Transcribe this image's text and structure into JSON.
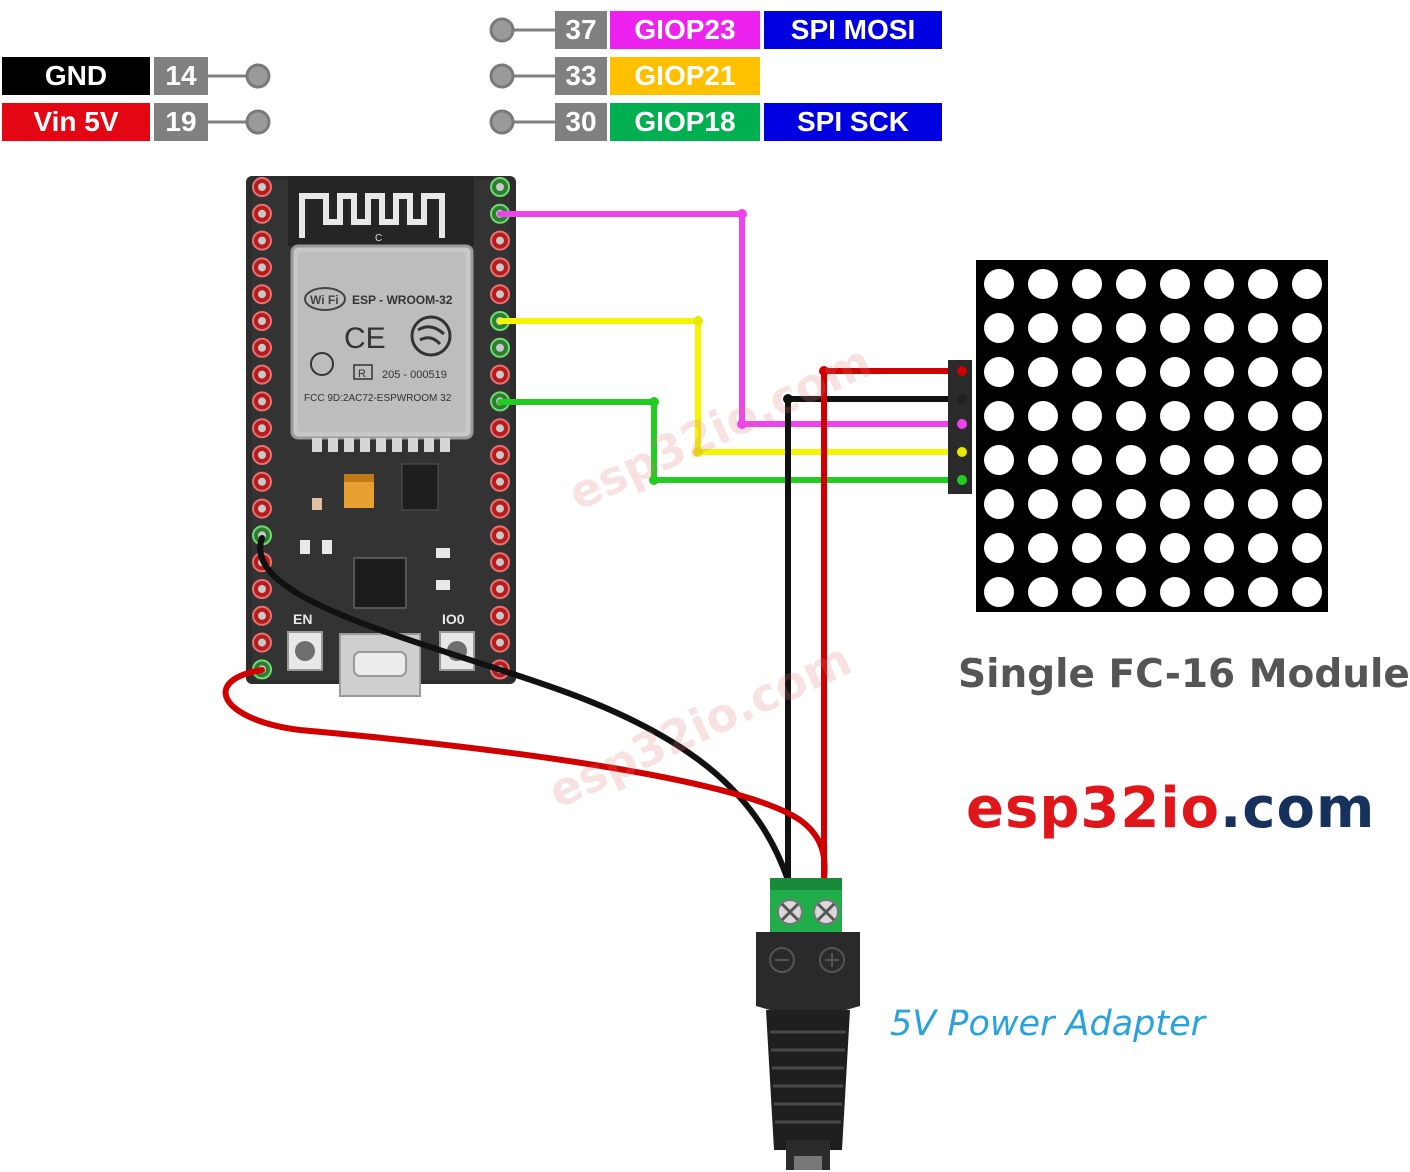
{
  "left_pins": [
    {
      "name": "GND",
      "number": "14",
      "name_color": "#000000"
    },
    {
      "name": "Vin 5V",
      "number": "19",
      "name_color": "#e30613"
    }
  ],
  "top_pins": [
    {
      "number": "37",
      "gpio": "GIOP23",
      "gpio_color": "#ee22ee",
      "function": "SPI MOSI"
    },
    {
      "number": "33",
      "gpio": "GIOP21",
      "gpio_color": "#ffc000",
      "function": ""
    },
    {
      "number": "30",
      "gpio": "GIOP18",
      "gpio_color": "#00b050",
      "function": "SPI SCK"
    }
  ],
  "colors": {
    "pin_number_bg": "#808080",
    "function_bg": "#0000e0",
    "wire_mosi": "#ee44ee",
    "wire_cs": "#f5f500",
    "wire_sck": "#22cc22",
    "wire_power": "#d00000",
    "wire_ground": "#111111",
    "terminal_green": "#1fae4a"
  },
  "board": {
    "module_label": "ESP - WROOM-32",
    "fcc_id": "FCC 9D:2AC72-ESPWROOM 32",
    "cert_number": "205 - 000519",
    "cert_mark": "R",
    "ce_mark": "CE",
    "wifi_mark": "Wi Fi",
    "antenna_mark": "C",
    "button_en": "EN",
    "button_io0": "IO0"
  },
  "matrix": {
    "rows": 8,
    "cols": 8
  },
  "module_caption": "Single FC-16 Module",
  "brand": {
    "part1": "esp32",
    "part2": "io",
    "part3": ".com"
  },
  "adapter_caption": "5V Power Adapter",
  "watermark_text": "esp32io.com"
}
